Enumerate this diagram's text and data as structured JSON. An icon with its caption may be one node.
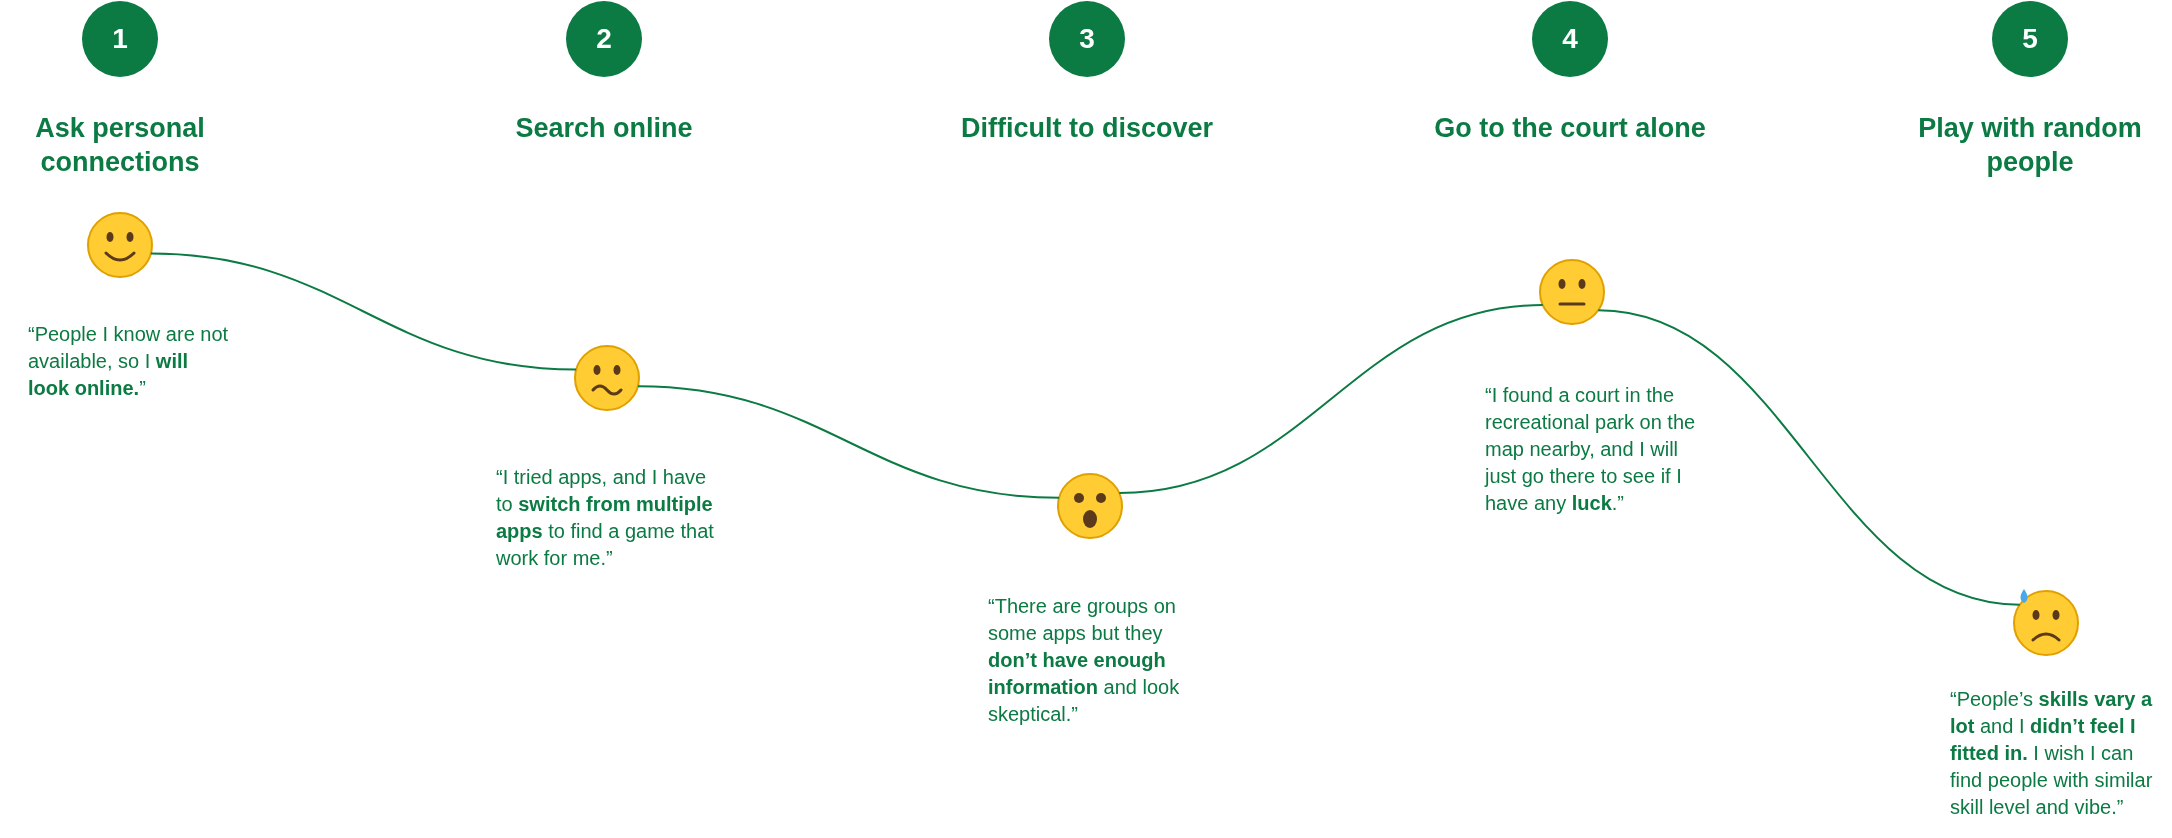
{
  "diagram": {
    "nodes": [
      {
        "text": [
          "1",
          "Ask personal connections"
        ]
      },
      {
        "text": [
          "2",
          "Search online"
        ]
      },
      {
        "text": [
          "3",
          "Difficult to discover"
        ]
      },
      {
        "text": [
          "4",
          "Go to the court alone"
        ]
      },
      {
        "text": [
          "5",
          "Play with random people"
        ]
      },
      {
        "text": [],
        "shape": "circle",
        "beside": [
          "“People I know are not available, so I **will look online.**”"
        ]
      },
      {
        "text": [],
        "shape": "circle",
        "beside": [
          "“I tried apps, and I have to **switch from multiple apps** to find a game that work for me.”"
        ]
      },
      {
        "text": [],
        "shape": "circle",
        "beside": [
          "“There are groups on some apps but they **don’t have enough information** and look skeptical.”"
        ]
      },
      {
        "text": [],
        "shape": "circle",
        "beside": [
          "“I found a court in the recreational park on the map nearby, and I will just go there to see if I have any **luck**.”"
        ]
      },
      {
        "text": [],
        "shape": "circle",
        "beside": [
          "“People’s **skills vary a lot** and I **didn’t feel I fitted in.** I wish I can find people with similar skill level and vibe.”"
        ]
      }
    ],
    "edges": [
      {
        "from": 5,
        "to": 6,
        "arrow": "none"
      },
      {
        "from": 6,
        "to": 7,
        "arrow": "none"
      },
      {
        "from": 7,
        "to": 8,
        "arrow": "none"
      },
      {
        "from": 8,
        "to": 9,
        "arrow": "none"
      }
    ]
  }
}
